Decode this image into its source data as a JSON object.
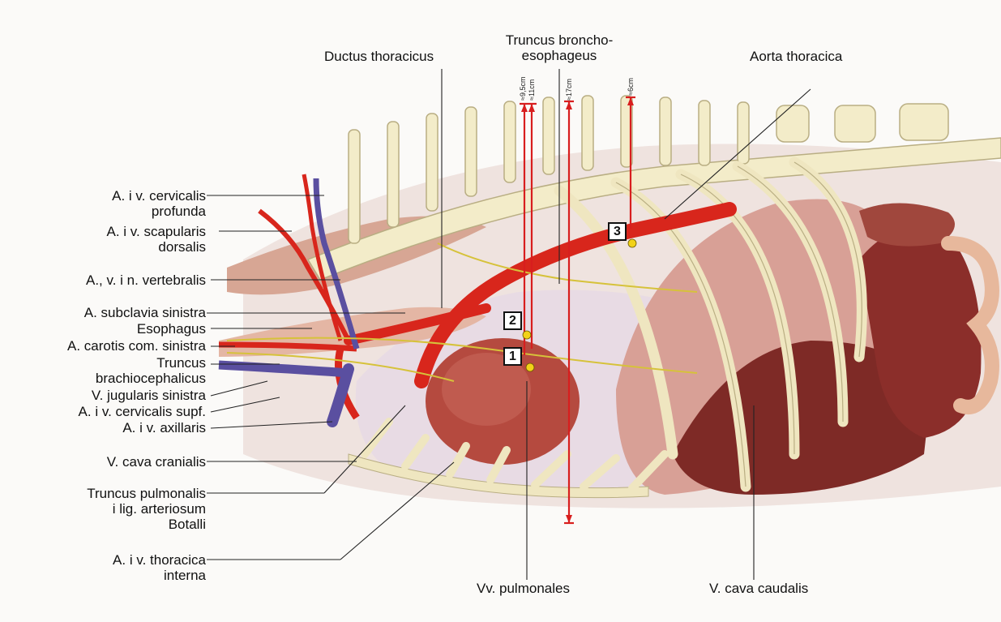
{
  "labels_left": [
    {
      "lines": [
        "A. i v. cervicalis",
        "profunda"
      ]
    },
    {
      "lines": [
        "A. i v. scapularis",
        "dorsalis"
      ]
    },
    {
      "lines": [
        "A., v. i n. vertebralis"
      ]
    },
    {
      "lines": [
        "A. subclavia sinistra"
      ]
    },
    {
      "lines": [
        "Esophagus"
      ]
    },
    {
      "lines": [
        "A. carotis com. sinistra"
      ]
    },
    {
      "lines": [
        "Truncus",
        "brachiocephalicus"
      ]
    },
    {
      "lines": [
        "V. jugularis sinistra"
      ]
    },
    {
      "lines": [
        "A. i v. cervicalis supf."
      ]
    },
    {
      "lines": [
        "A. i v. axillaris"
      ]
    },
    {
      "lines": [
        "V. cava cranialis"
      ]
    },
    {
      "lines": [
        "Truncus pulmonalis",
        "i lig. arteriosum",
        "Botalli"
      ]
    },
    {
      "lines": [
        "A. i v. thoracica",
        "interna"
      ]
    }
  ],
  "labels_top": [
    {
      "lines": [
        "Ductus thoracicus"
      ]
    },
    {
      "lines": [
        "Truncus broncho-",
        "esophageus"
      ]
    },
    {
      "lines": [
        "Aorta thoracica"
      ]
    }
  ],
  "labels_bottom": [
    {
      "lines": [
        "Vv. pulmonales"
      ]
    },
    {
      "lines": [
        "V. cava caudalis"
      ]
    }
  ],
  "measurements": [
    "≈9,5cm",
    "≈11cm",
    "≈17cm",
    "≈6cm"
  ],
  "sites": [
    "1",
    "2",
    "3"
  ],
  "colors": {
    "artery": "#d8261c",
    "vein": "#5a4fa0",
    "bone": "#f3ecc9",
    "muscle": "#d89a8a",
    "liver": "#7e2a26",
    "measure_line": "#d81e1e"
  }
}
